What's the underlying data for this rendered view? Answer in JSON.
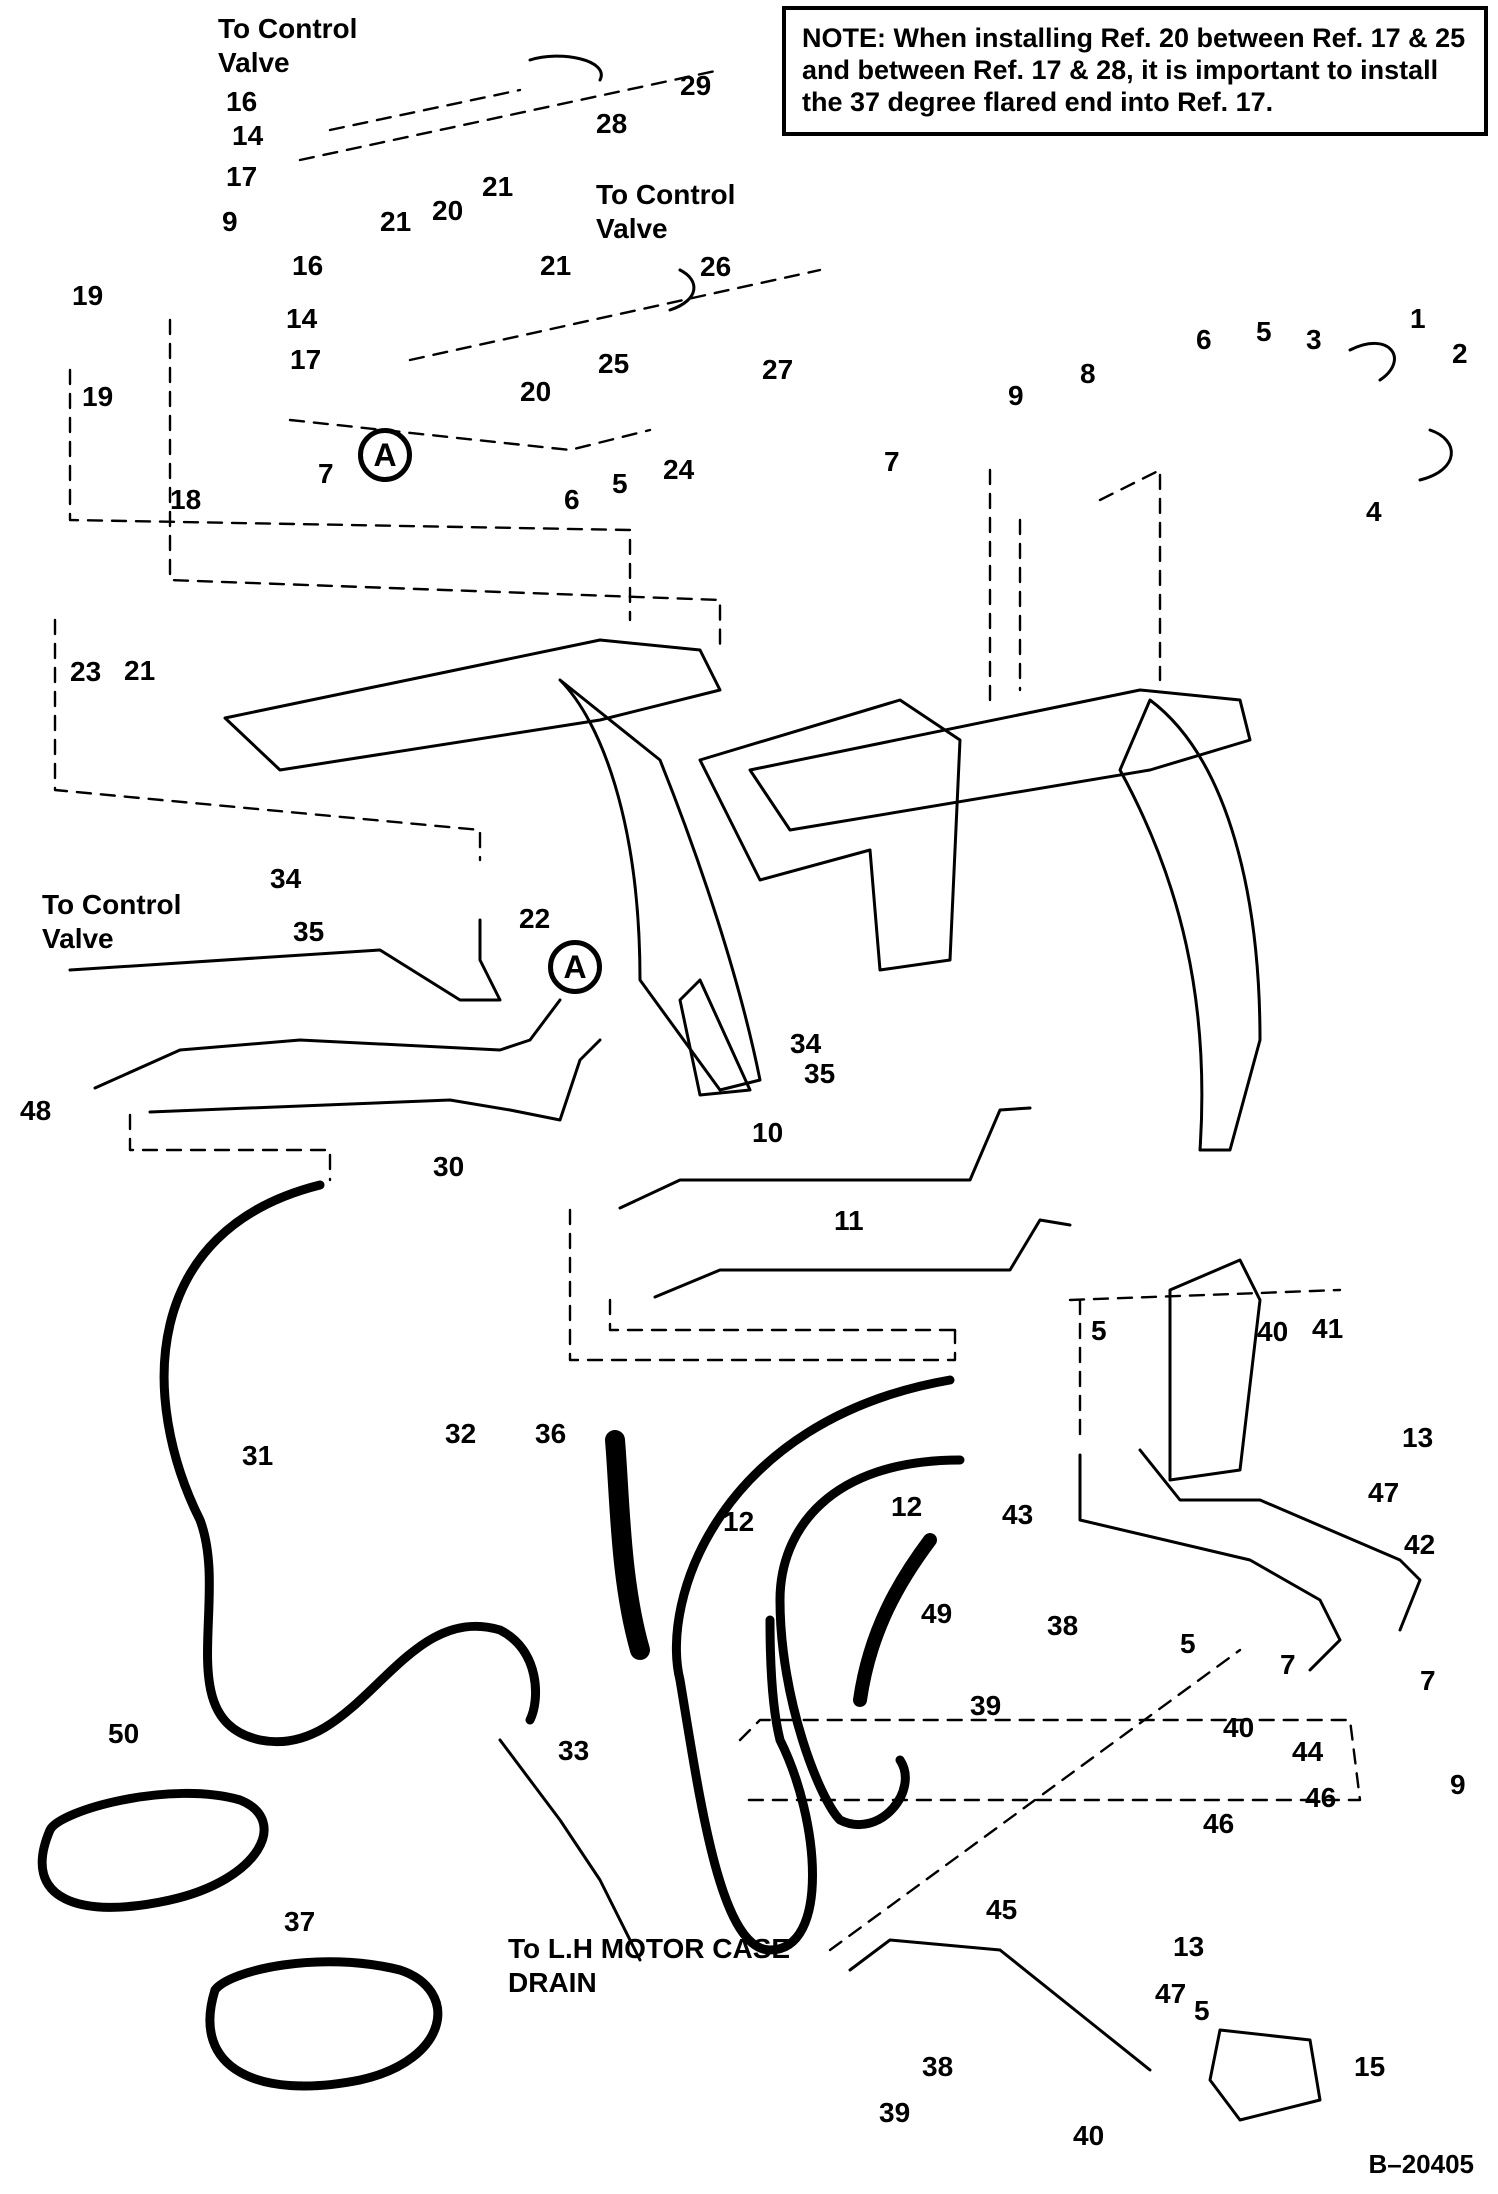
{
  "note": {
    "lead": "NOTE:",
    "text": "When installing Ref. 20 between Ref. 17 & 25 and between Ref. 17 & 28, it is important to install the 37 degree flared end into Ref. 17."
  },
  "annotations": {
    "control_valve_1": "To Control Valve",
    "control_valve_2": "To Control Valve",
    "control_valve_3": "To Control Valve",
    "motor_drain": "To L.H MOTOR CASE DRAIN"
  },
  "detail_marker": "A",
  "drawing_code": "B–20405",
  "callouts": [
    "16",
    "14",
    "17",
    "9",
    "19",
    "19",
    "18",
    "7",
    "16",
    "14",
    "17",
    "29",
    "28",
    "20",
    "21",
    "21",
    "26",
    "21",
    "20",
    "25",
    "27",
    "24",
    "5",
    "6",
    "9",
    "8",
    "6",
    "5",
    "3",
    "1",
    "2",
    "7",
    "4",
    "23",
    "21",
    "34",
    "35",
    "22",
    "48",
    "30",
    "34",
    "35",
    "10",
    "11",
    "5",
    "40",
    "41",
    "13",
    "47",
    "42",
    "43",
    "38",
    "5",
    "7",
    "7",
    "39",
    "40",
    "44",
    "9",
    "46",
    "46",
    "31",
    "32",
    "36",
    "12",
    "12",
    "49",
    "33",
    "50",
    "37",
    "45",
    "13",
    "47",
    "5",
    "38",
    "15",
    "39",
    "40"
  ],
  "colors": {
    "ink": "#000000",
    "paper": "#ffffff"
  }
}
